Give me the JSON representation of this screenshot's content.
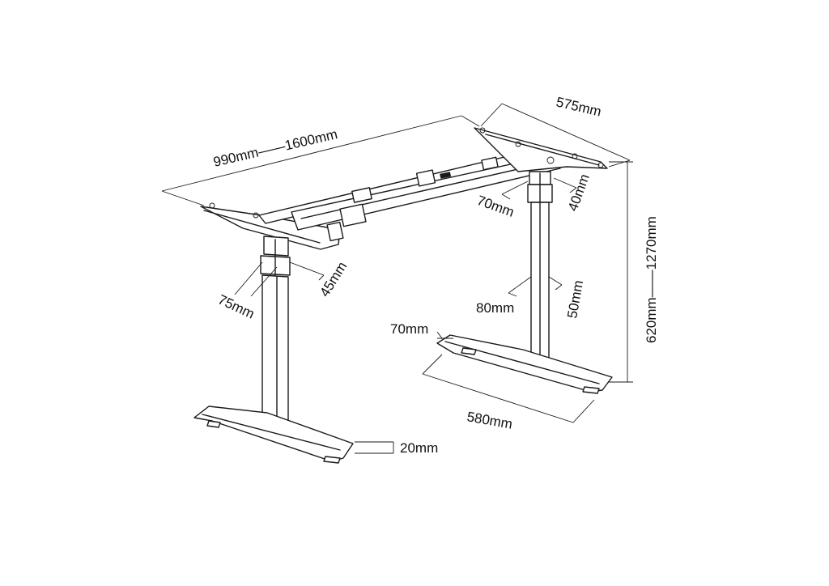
{
  "dimensions": {
    "width_range": "990mm——1600mm",
    "depth_top": "575mm",
    "height_range": "620mm——1270mm",
    "left_column_outer": "75mm",
    "left_column_inner": "45mm",
    "right_column_upper_a": "70mm",
    "right_column_upper_b": "40mm",
    "right_column_lower_a": "80mm",
    "right_column_lower_b": "50mm",
    "foot_width": "70mm",
    "foot_length": "580mm",
    "foot_height": "20mm"
  }
}
